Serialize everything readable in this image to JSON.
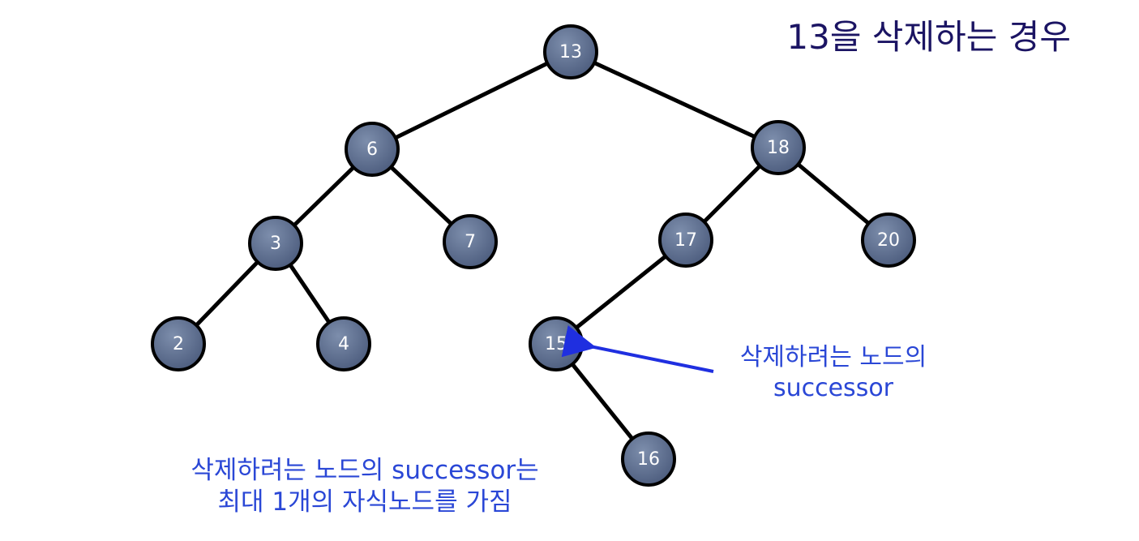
{
  "title": "13을 삭제하는 경우",
  "tree": {
    "nodes": [
      {
        "id": "n13",
        "label": "13"
      },
      {
        "id": "n6",
        "label": "6"
      },
      {
        "id": "n18",
        "label": "18"
      },
      {
        "id": "n3",
        "label": "3"
      },
      {
        "id": "n7",
        "label": "7"
      },
      {
        "id": "n17",
        "label": "17"
      },
      {
        "id": "n20",
        "label": "20"
      },
      {
        "id": "n2",
        "label": "2"
      },
      {
        "id": "n4",
        "label": "4"
      },
      {
        "id": "n15",
        "label": "15"
      },
      {
        "id": "n16",
        "label": "16"
      }
    ],
    "edges": [
      [
        "n13",
        "n6"
      ],
      [
        "n13",
        "n18"
      ],
      [
        "n6",
        "n3"
      ],
      [
        "n6",
        "n7"
      ],
      [
        "n3",
        "n2"
      ],
      [
        "n3",
        "n4"
      ],
      [
        "n18",
        "n17"
      ],
      [
        "n18",
        "n20"
      ],
      [
        "n17",
        "n15"
      ],
      [
        "n15",
        "n16"
      ]
    ]
  },
  "annotations": {
    "successor_note": {
      "line1": "삭제하려는 노드의",
      "line2": "successor"
    },
    "bottom_note": {
      "line1": "삭제하려는 노드의 successor는",
      "line2": "최대 1개의 자식노드를 가짐"
    }
  },
  "colors": {
    "node_fill": "#5a6b8c",
    "node_stroke": "#000000",
    "title": "#1b1463",
    "annotation": "#2a47d6",
    "arrow": "#1f2fe0"
  }
}
